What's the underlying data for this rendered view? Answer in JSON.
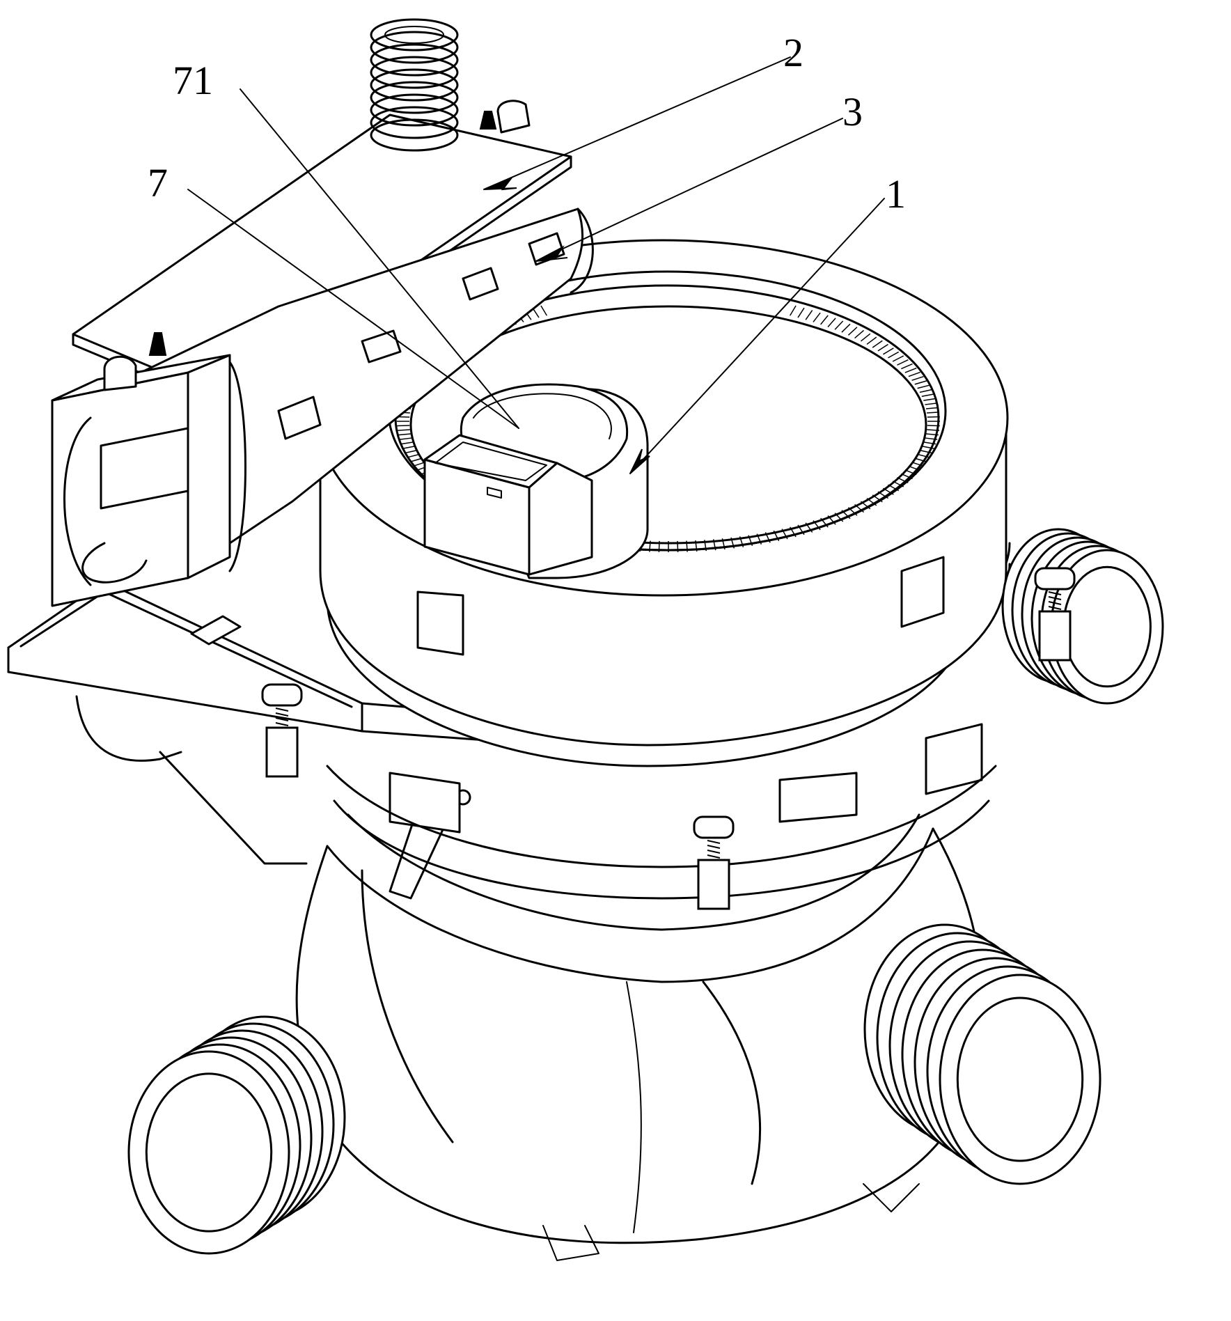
{
  "labels": {
    "label_2": "2",
    "label_71": "71",
    "label_3": "3",
    "label_7": "7",
    "label_1": "1"
  },
  "colors": {
    "line": "#000000",
    "background": "#ffffff"
  }
}
